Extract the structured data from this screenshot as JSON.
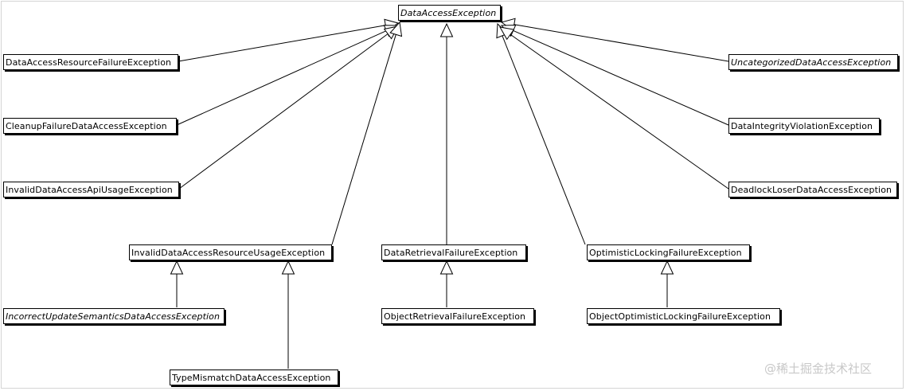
{
  "diagram": {
    "nodes": [
      {
        "id": "root",
        "label": "DataAccessException",
        "italic": true
      },
      {
        "id": "resfail",
        "label": "DataAccessResourceFailureException",
        "italic": false
      },
      {
        "id": "cleanup",
        "label": "CleanupFailureDataAccessException",
        "italic": false
      },
      {
        "id": "apiusage",
        "label": "InvalidDataAccessApiUsageException",
        "italic": false
      },
      {
        "id": "resusage",
        "label": "InvalidDataAccessResourceUsageException",
        "italic": false
      },
      {
        "id": "incorrect",
        "label": "IncorrectUpdateSemanticsDataAccessException",
        "italic": true
      },
      {
        "id": "typemismatch",
        "label": "TypeMismatchDataAccessException",
        "italic": false
      },
      {
        "id": "retrieval",
        "label": "DataRetrievalFailureException",
        "italic": false
      },
      {
        "id": "objretrieval",
        "label": "ObjectRetrievalFailureException",
        "italic": false
      },
      {
        "id": "optimistic",
        "label": "OptimisticLockingFailureException",
        "italic": false
      },
      {
        "id": "objoptimistic",
        "label": "ObjectOptimisticLockingFailureException",
        "italic": false
      },
      {
        "id": "uncategorized",
        "label": "UncategorizedDataAccessException",
        "italic": true
      },
      {
        "id": "integrity",
        "label": "DataIntegrityViolationException",
        "italic": false
      },
      {
        "id": "deadlock",
        "label": "DeadlockLoserDataAccessException",
        "italic": false
      }
    ],
    "edges": [
      {
        "from": "resfail",
        "to": "root"
      },
      {
        "from": "cleanup",
        "to": "root"
      },
      {
        "from": "apiusage",
        "to": "root"
      },
      {
        "from": "resusage",
        "to": "root"
      },
      {
        "from": "retrieval",
        "to": "root"
      },
      {
        "from": "optimistic",
        "to": "root"
      },
      {
        "from": "uncategorized",
        "to": "root"
      },
      {
        "from": "integrity",
        "to": "root"
      },
      {
        "from": "deadlock",
        "to": "root"
      },
      {
        "from": "incorrect",
        "to": "resusage"
      },
      {
        "from": "typemismatch",
        "to": "resusage"
      },
      {
        "from": "objretrieval",
        "to": "retrieval"
      },
      {
        "from": "objoptimistic",
        "to": "optimistic"
      }
    ]
  },
  "watermark": "@稀土掘金技术社区"
}
